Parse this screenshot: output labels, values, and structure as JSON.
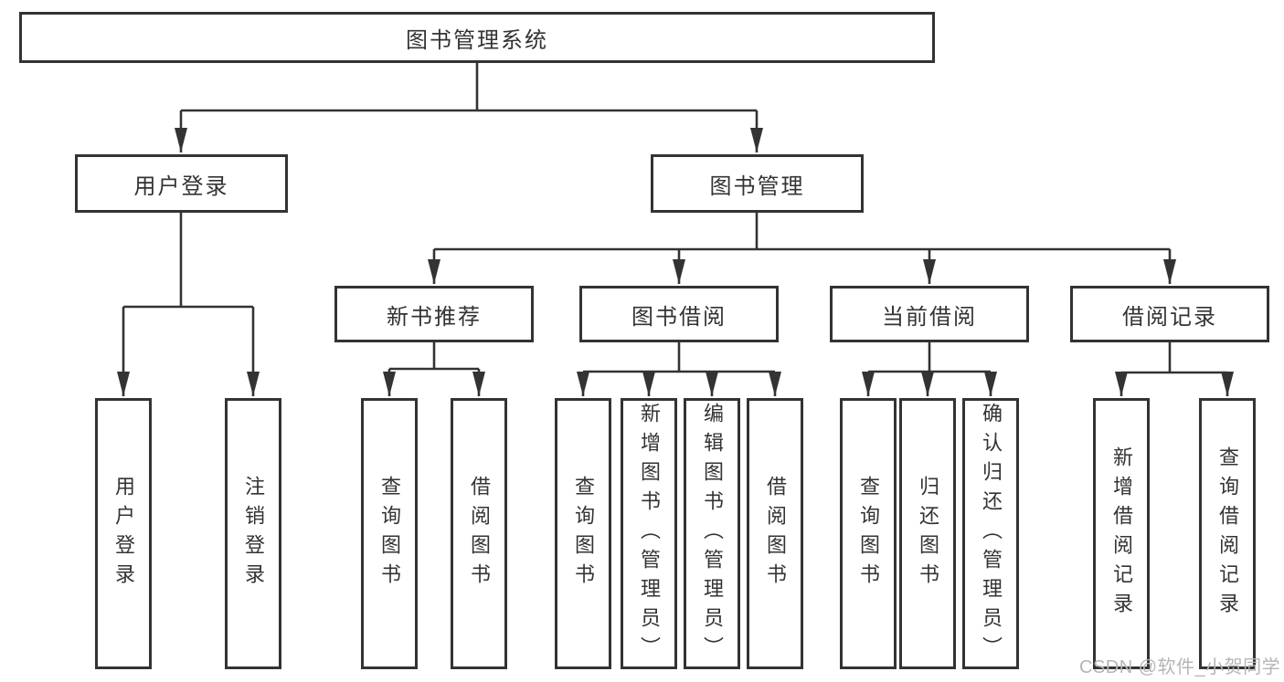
{
  "tree": {
    "root": "图书管理系统",
    "user_login": {
      "label": "用户登录",
      "children": [
        "用户登录",
        "注销登录"
      ]
    },
    "book_mgmt": {
      "label": "图书管理",
      "groups": [
        {
          "label": "新书推荐",
          "children": [
            "查询图书",
            "借阅图书"
          ]
        },
        {
          "label": "图书借阅",
          "children": [
            "查询图书",
            "新增图书（管理员）",
            "编辑图书（管理员）",
            "借阅图书"
          ]
        },
        {
          "label": "当前借阅",
          "children": [
            "查询图书",
            "归还图书",
            "确认归还（管理员）"
          ]
        },
        {
          "label": "借阅记录",
          "children": [
            "新增借阅记录",
            "查询借阅记录"
          ]
        }
      ]
    }
  },
  "colors": {
    "line": "#333333",
    "box_background": "#ffffff",
    "watermark": "#b5b5b5"
  },
  "watermark": "CSDN @软件_小贺同学"
}
